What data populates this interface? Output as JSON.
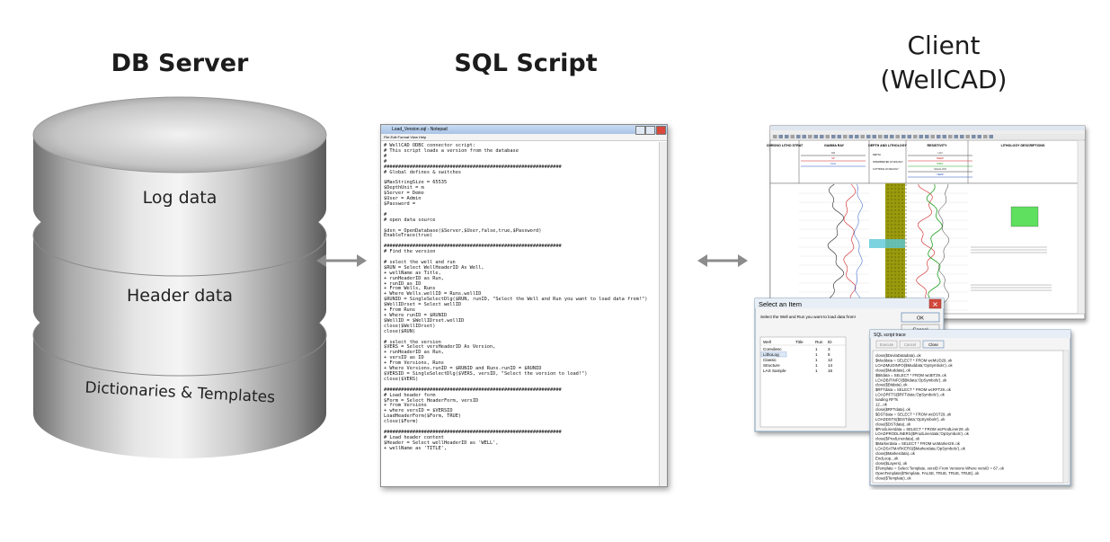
{
  "titles": {
    "db_server": "DB Server",
    "sql_script": "SQL Script",
    "client_line1": "Client",
    "client_line2": "(WellCAD)"
  },
  "db_layers": [
    {
      "label": "Log data"
    },
    {
      "label": "Header data"
    },
    {
      "label": "Dictionaries & Templates"
    }
  ],
  "notepad": {
    "title": "Load_Version.sql - Notepad",
    "menu": "File  Edit  Format  View  Help",
    "lines": [
      "# WellCAD ODBC connector script:",
      "# This script loads a version from the database",
      "#",
      "#",
      "##############################################################",
      "# Global defines & switches",
      "",
      "$MaxStringSize = 65535",
      "$DepthUnit = m",
      "$Server = Demo",
      "$User = Admin",
      "$Password =",
      "",
      "#",
      "# open data source",
      "",
      "$dsn = OpenDatabase($Server,$User,false,true,$Password)",
      "EnableTrace(true)",
      "",
      "##############################################################",
      "# Find the version",
      "",
      "# select the well and run",
      "$RUN = Select WellHeaderID As Well,",
      "+ wellName as Title,",
      "+ runHeaderID as Run,",
      "+ runID as ID",
      "+ From Wells, Runs",
      "+ Where Wells.wellID = Runs.wellID",
      "$RUNID = SingleSelectDlg($RUN, runID, \"Select the Well and Run you want to load data from!\")",
      "$WellIDrset = Select wellID",
      "+ From Runs",
      "+ Where runID = $RUNID",
      "$WellID = $WellIDrset.wellID",
      "close($WellIDrset)",
      "close($RUN)",
      "",
      "# select the version",
      "$VERS = Select versHeaderID As Version,",
      "+ runHeaderID as Run,",
      "+ versID as ID",
      "+ From Versions, Runs",
      "+ Where Versions.runID = $RUNID and Runs.runID = $RUNID",
      "$VERSID = SingleSelectDlg($VERS, versID, \"Select the version to load!\")",
      "close($VERS)",
      "",
      "##############################################################",
      "# Load header form",
      "$Form = Select HeaderForm, versID",
      "+ from Versions",
      "+ where versID = $VERSID",
      "LoadHeaderForm($Form, TRUE)",
      "close($Form)",
      "",
      "##############################################################",
      "# Load header content",
      "$Header = Select wellHeaderID as 'WELL',",
      "+ wellName as 'TITLE',"
    ]
  },
  "wellcad": {
    "header_cols": [
      "CHRONO LITHO STRAT",
      "GAMMA RAY",
      "DEPTH AND LITHOLOGY",
      "RESISTIVITY",
      "LITHOLOGY DESCRIPTIONS"
    ],
    "curves": [
      "GR",
      "SP",
      "CALI",
      "LLD",
      "DEEP",
      "MSFL",
      "SHALLOW",
      "TEMP"
    ],
    "units": [
      "API",
      "mV",
      "mm",
      "ohmm",
      "ohmm",
      "deg"
    ],
    "depth_labels": [
      "DEPTH",
      "INTERPRETED LITHOLOGY",
      "CUTTINGS LITHOLOGY"
    ]
  },
  "select_dialog": {
    "title": "Select an Item",
    "prompt": "Select the Well and Run you want to load data from!",
    "ok_label": "OK",
    "cancel_label": "Cancel",
    "columns": [
      "Well",
      "Title",
      "Run",
      "ID"
    ],
    "rows": [
      [
        "Corediesc",
        "",
        "1",
        "3"
      ],
      [
        "LithoLog",
        "",
        "1",
        "5"
      ],
      [
        "Classic",
        "",
        "1",
        "12"
      ],
      [
        "Structure",
        "",
        "1",
        "14"
      ],
      [
        "LAS Sample",
        "",
        "1",
        "16"
      ]
    ]
  },
  "trace": {
    "title": "SQL script trace",
    "buttons": [
      "Execute",
      "Cancel",
      "Close"
    ],
    "lines": [
      "close($DevlaDatadata)..ok",
      "$Muddata = SELECT * FROM wcMUD29..ok",
      "LOADMUDINFO($Muddata;'OpSymbols')..ok",
      "close($Muddata)..ok",
      "$Bitdata = SELECT * FROM wcBIT29..ok",
      "LOADBITINFO($Bitdata;'OpSymbols')..ok",
      "close($Bitdata)..ok",
      "$RFTdata = SELECT * FROM wcRFT29..ok",
      "LOADRFTS($RFTdata;'OpSymbols')..ok",
      "loading RFTs",
      "12...ok",
      "close($RFTdata)..ok",
      "$DSTdata = SELECT * FROM wcDST29..ok",
      "LOADDSTS($DSTdata;'OpSymbols')..ok",
      "close($DSTdata)..ok",
      "$ProdLinerdata = SELECT * FROM wcProdLiner29..ok",
      "LOADPRODLINERS($ProdLinerdata;'OpSymbols')..ok",
      "close($ProdLinerdata)..ok",
      "$Markerdata = SELECT * FROM wcMarker29..ok",
      "LOADSATMARKERS($Markerdata;'OpSymbols')..ok",
      "close($Markerdata)..ok",
      "EndLoop...ok",
      "close($Layers)..ok",
      "$Template = Select Template, versID From Versions Where versID = 67..ok",
      "OpenTemplate($Template, FALSE, TRUE, TRUE, TRUE)..ok",
      "close($Template)..ok"
    ]
  }
}
